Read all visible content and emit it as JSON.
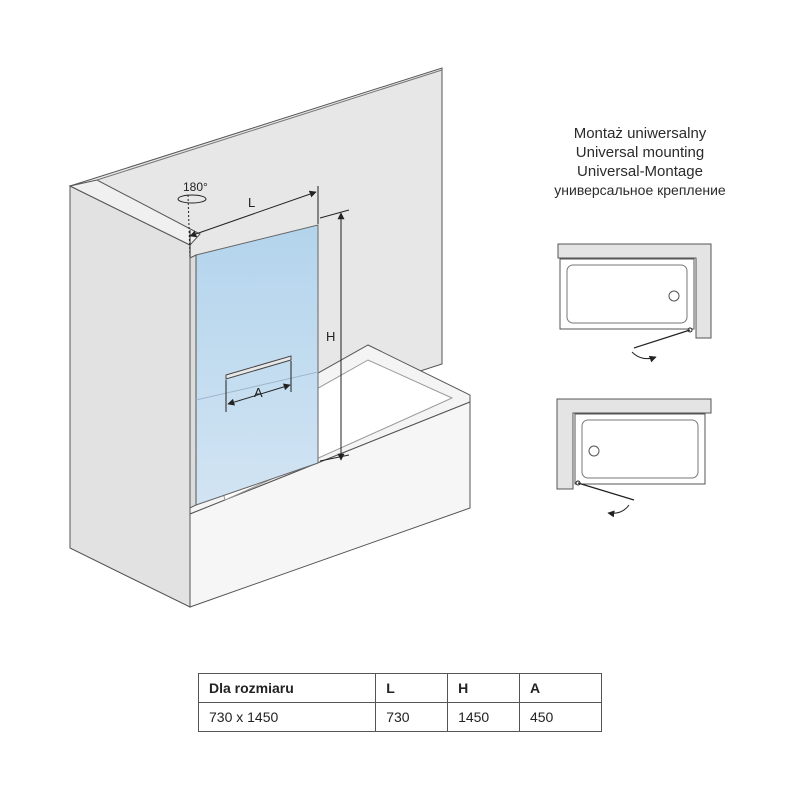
{
  "diagram": {
    "rotation_label": "180°",
    "dim_L": "L",
    "dim_H": "H",
    "dim_A": "A"
  },
  "caption": {
    "line1": "Montaż uniwersalny",
    "line2": "Universal mounting",
    "line3": "Universal-Montage",
    "line4": "универсальное крепление"
  },
  "table": {
    "headers": [
      "Dla rozmiaru",
      "L",
      "H",
      "A"
    ],
    "rows": [
      [
        "730 x 1450",
        "730",
        "1450",
        "450"
      ]
    ]
  },
  "colors": {
    "wall": "#e6e6e6",
    "outline": "#555555",
    "glass_top": "#b3d4ec",
    "glass_bottom": "#cfe2f2"
  }
}
